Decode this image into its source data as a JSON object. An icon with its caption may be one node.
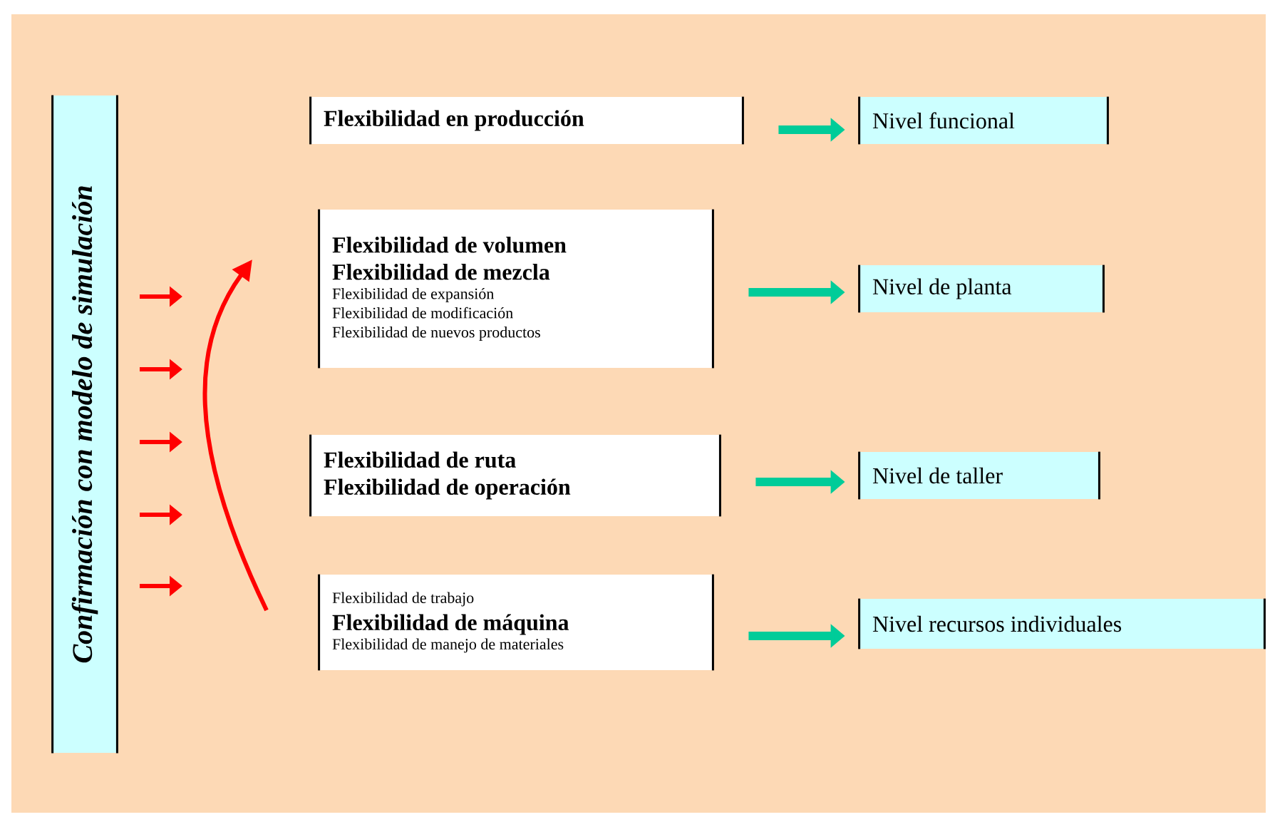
{
  "diagram": {
    "nodes": [
      {
        "text": [
          "Confirmación con modelo de simulación"
        ]
      },
      {
        "text": [
          "Flexibilidad en producción"
        ]
      },
      {
        "text": [
          "Flexibilidad de volumen",
          "Flexibilidad de mezcla",
          "Flexibilidad de expansión",
          "Flexibilidad de modificación",
          "Flexibilidad de nuevos productos"
        ]
      },
      {
        "text": [
          "Flexibilidad de ruta",
          "Flexibilidad de operación"
        ]
      },
      {
        "text": [
          "Flexibilidad de trabajo",
          "Flexibilidad de máquina",
          "Flexibilidad de manejo de materiales"
        ]
      },
      {
        "text": [
          "Nivel funcional"
        ]
      },
      {
        "text": [
          "Nivel de planta"
        ]
      },
      {
        "text": [
          "Nivel de taller"
        ]
      },
      {
        "text": [
          "Nivel recursos individuales"
        ]
      }
    ],
    "edges": [
      {
        "from": 1,
        "to": 5,
        "arrow": "to"
      },
      {
        "from": 2,
        "to": 6,
        "arrow": "to"
      },
      {
        "from": 3,
        "to": 7,
        "arrow": "to"
      },
      {
        "from": 4,
        "to": 8,
        "arrow": "to"
      }
    ]
  }
}
